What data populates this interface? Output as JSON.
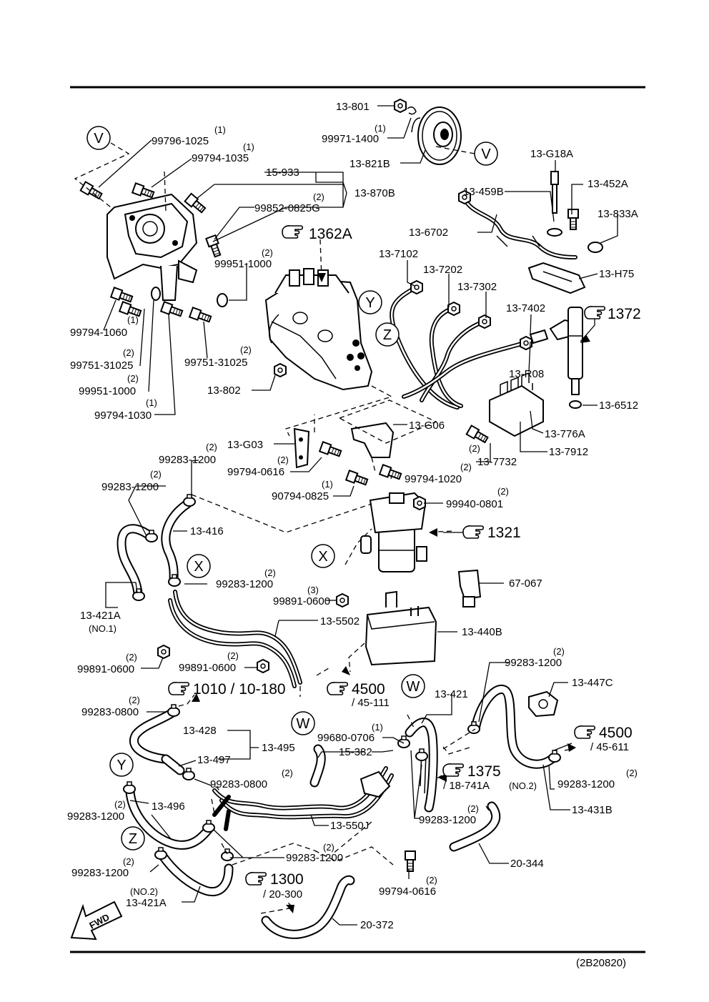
{
  "diagram_code": "(2B20820)",
  "fwd_label": "FWD",
  "circle_refs": [
    "V",
    "V",
    "Y",
    "Z",
    "X",
    "X",
    "W",
    "W",
    "Y",
    "Z"
  ],
  "refs": {
    "r1362A": "1362A",
    "r1372": "1372",
    "r1321": "1321",
    "r1010": "1010 / 10-180",
    "r4500a": "4500",
    "r4500a_sub": "/ 45-111",
    "r4500b": "4500",
    "r4500b_sub": "/ 45-611",
    "r1375": "1375",
    "r1375_sub": "/ 18-741A",
    "r1375_no": "(NO.2)",
    "r1300": "1300",
    "r1300_sub": "/ 20-300"
  },
  "labels": {
    "p13_801": "13-801",
    "p99971_1400": "99971-1400",
    "q99971_1400": "(1)",
    "p13_821B": "13-821B",
    "p99796_1025": "99796-1025",
    "q99796_1025": "(1)",
    "p99794_1035": "99794-1035",
    "q99794_1035": "(1)",
    "p15_933": "15-933",
    "p13_870B": "13-870B",
    "p99852_0825G": "99852-0825G",
    "q99852_0825G": "(2)",
    "p99951_1000a": "99951-1000",
    "q99951_1000a": "(2)",
    "p99794_1060": "99794-1060",
    "q99794_1060": "(1)",
    "p99751_31025a": "99751-31025",
    "q99751_31025a": "(2)",
    "p99951_1000b": "99951-1000",
    "q99951_1000b": "(2)",
    "p99794_1030": "99794-1030",
    "q99794_1030": "(1)",
    "p99751_31025b": "99751-31025",
    "q99751_31025b": "(2)",
    "p13_802": "13-802",
    "p13_G18A": "13-G18A",
    "p13_459B": "13-459B",
    "p13_452A": "13-452A",
    "p13_833A": "13-833A",
    "p13_6702": "13-6702",
    "p13_H75": "13-H75",
    "p13_7102": "13-7102",
    "p13_7202": "13-7202",
    "p13_7302": "13-7302",
    "p13_7402": "13-7402",
    "p13_R08": "13-R08",
    "p13_6512": "13-6512",
    "p13_776A": "13-776A",
    "p13_7912": "13-7912",
    "p13_7732": "13-7732",
    "q13_7732": "(2)",
    "p13_G03": "13-G03",
    "p13_G06": "13-G06",
    "p99794_0616a": "99794-0616",
    "q99794_0616a": "(2)",
    "p90794_0825": "90794-0825",
    "q90794_0825": "(1)",
    "p99794_1020": "99794-1020",
    "q99794_1020": "(2)",
    "p99283_1200a": "99283-1200",
    "q99283_1200a": "(2)",
    "p99283_1200b": "99283-1200",
    "q99283_1200b": "(2)",
    "p13_416": "13-416",
    "p99940_0801": "99940-0801",
    "q99940_0801": "(2)",
    "p99283_1200c": "99283-1200",
    "q99283_1200c": "(2)",
    "p13_421A_a": "13-421A",
    "q13_421A_a": "(NO.1)",
    "p99891_0600a": "99891-0600",
    "q99891_0600a": "(3)",
    "p67_067": "67-067",
    "p13_5502": "13-5502",
    "p13_440B": "13-440B",
    "p99891_0600b": "99891-0600",
    "q99891_0600b": "(2)",
    "p99891_0600c": "99891-0600",
    "q99891_0600c": "(2)",
    "p99283_1200d": "99283-1200",
    "q99283_1200d": "(2)",
    "p13_447C": "13-447C",
    "p13_421": "13-421",
    "p99283_0800a": "99283-0800",
    "q99283_0800a": "(2)",
    "p13_428": "13-428",
    "p99680_0706": "99680-0706",
    "q99680_0706": "(1)",
    "p15_382": "15-382",
    "p13_495": "13-495",
    "p13_497": "13-497",
    "p99283_0800b": "99283-0800",
    "q99283_0800b": "(2)",
    "p99283_1200e": "99283-1200",
    "q99283_1200e": "(2)",
    "p13_431B": "13-431B",
    "p13_496": "13-496",
    "p99283_1200f": "99283-1200",
    "q99283_1200f": "(2)",
    "p13_550J": "13-550J",
    "p99283_1200g": "99283-1200",
    "q99283_1200g": "(2)",
    "p99283_1200h": "99283-1200",
    "q99283_1200h": "(2)",
    "p99283_1200i": "99283-1200",
    "q99283_1200i": "(2)",
    "p20_344": "20-344",
    "p13_421A_b": "13-421A",
    "q13_421A_b": "(NO.2)",
    "p99794_0616b": "99794-0616",
    "q99794_0616b": "(2)",
    "p20_372": "20-372"
  }
}
